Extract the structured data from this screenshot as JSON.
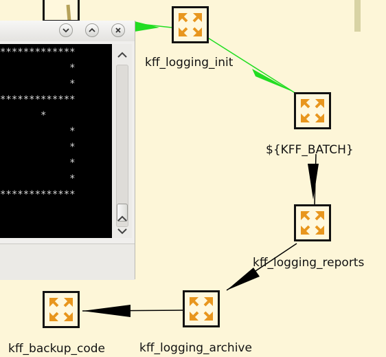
{
  "workflow": {
    "nodes": [
      {
        "name": "kff_logging_init",
        "label": "kff_logging_init"
      },
      {
        "name": "kff-batch",
        "label": "${KFF_BATCH}"
      },
      {
        "name": "kff_logging_reports",
        "label": "kff_logging_reports"
      },
      {
        "name": "kff_logging_archive",
        "label": "kff_logging_archive"
      },
      {
        "name": "kff_backup_code",
        "label": "kff_backup_code"
      }
    ],
    "node_icon": "pipeline-job-icon",
    "colors": {
      "canvas": "#fdf6d8",
      "edge_success": "#22dd22",
      "edge_default": "#000000",
      "icon_orange": "#e8961e"
    }
  },
  "terminal": {
    "window_buttons": [
      "minimize",
      "maximize",
      "close"
    ],
    "lines": [
      "*************",
      "            *",
      "            *",
      "*************",
      "       *",
      "            *",
      "            *",
      "            *",
      "            *",
      "*************"
    ]
  }
}
